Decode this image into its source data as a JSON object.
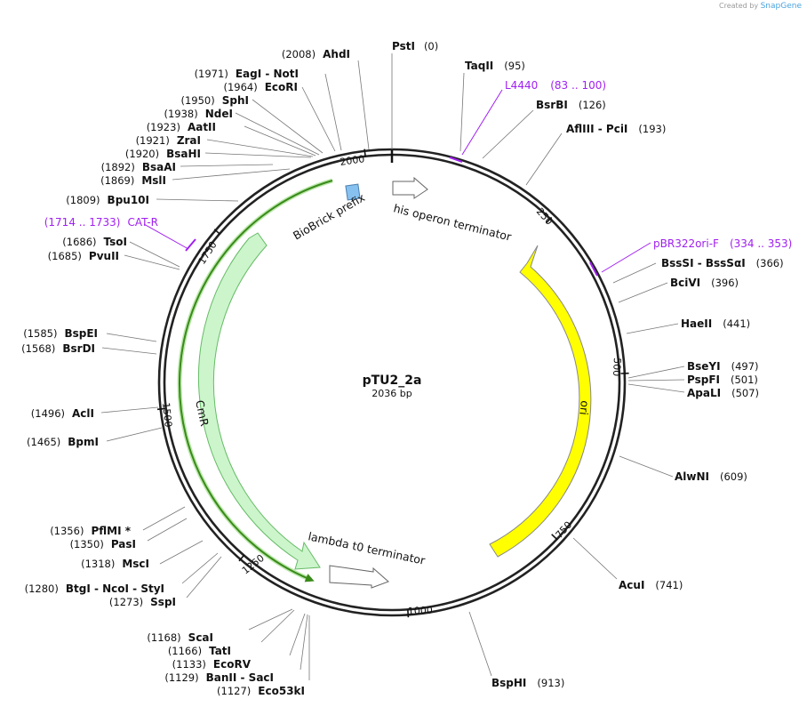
{
  "credit": {
    "prefix": "Created by",
    "brand": "SnapGene"
  },
  "plasmid": {
    "name": "pTU2_2a",
    "length_label": "2036 bp",
    "length": 2036
  },
  "ticks": [
    "250",
    "500",
    "750",
    "1000",
    "1250",
    "1500",
    "1750",
    "2000"
  ],
  "sites": [
    {
      "name": "PstI",
      "pos": "(0)"
    },
    {
      "name": "TaqII",
      "pos": "(95)"
    },
    {
      "name": "BsrBI",
      "pos": "(126)"
    },
    {
      "name": "AflIII - PciI",
      "pos": "(193)"
    },
    {
      "name": "BssSI - BssSαI",
      "pos": "(366)"
    },
    {
      "name": "BciVI",
      "pos": "(396)"
    },
    {
      "name": "HaeII",
      "pos": "(441)"
    },
    {
      "name": "BseYI",
      "pos": "(497)"
    },
    {
      "name": "PspFI",
      "pos": "(501)"
    },
    {
      "name": "ApaLI",
      "pos": "(507)"
    },
    {
      "name": "AlwNI",
      "pos": "(609)"
    },
    {
      "name": "AcuI",
      "pos": "(741)"
    },
    {
      "name": "BspHI",
      "pos": "(913)"
    },
    {
      "name": "Eco53kI",
      "pos": "(1127)"
    },
    {
      "name": "BanII - SacI",
      "pos": "(1129)"
    },
    {
      "name": "EcoRV",
      "pos": "(1133)"
    },
    {
      "name": "TatI",
      "pos": "(1166)"
    },
    {
      "name": "ScaI",
      "pos": "(1168)"
    },
    {
      "name": "SspI",
      "pos": "(1273)"
    },
    {
      "name": "BtgI - NcoI - StyI",
      "pos": "(1280)"
    },
    {
      "name": "MscI",
      "pos": "(1318)"
    },
    {
      "name": "PasI",
      "pos": "(1350)"
    },
    {
      "name": "PflMI *",
      "pos": "(1356)"
    },
    {
      "name": "BpmI",
      "pos": "(1465)"
    },
    {
      "name": "AclI",
      "pos": "(1496)"
    },
    {
      "name": "BsrDI",
      "pos": "(1568)"
    },
    {
      "name": "BspEI",
      "pos": "(1585)"
    },
    {
      "name": "PvuII",
      "pos": "(1685)"
    },
    {
      "name": "TsoI",
      "pos": "(1686)"
    },
    {
      "name": "Bpu10I",
      "pos": "(1809)"
    },
    {
      "name": "MslI",
      "pos": "(1869)"
    },
    {
      "name": "BsaAI",
      "pos": "(1892)"
    },
    {
      "name": "BsaHI",
      "pos": "(1920)"
    },
    {
      "name": "ZraI",
      "pos": "(1921)"
    },
    {
      "name": "AatII",
      "pos": "(1923)"
    },
    {
      "name": "NdeI",
      "pos": "(1938)"
    },
    {
      "name": "SphI",
      "pos": "(1950)"
    },
    {
      "name": "EcoRI",
      "pos": "(1964)"
    },
    {
      "name": "EagI - NotI",
      "pos": "(1971)"
    },
    {
      "name": "AhdI",
      "pos": "(2008)"
    }
  ],
  "primers": [
    {
      "name": "L4440",
      "range": "(83 .. 100)"
    },
    {
      "name": "pBR322ori-F",
      "range": "(334 .. 353)"
    },
    {
      "name": "CAT-R",
      "range": "(1714 .. 1733)"
    }
  ],
  "features": [
    {
      "name": "his operon terminator"
    },
    {
      "name": "ori"
    },
    {
      "name": "lambda t0 terminator"
    },
    {
      "name": "CmR"
    },
    {
      "name": "BioBrick prefix"
    }
  ],
  "colors": {
    "ori": "#ffff00",
    "cmr_fill": "#ccf5cc",
    "cmr_edge": "#66bb66",
    "orf_line": "#3a8a1a",
    "biobrick": "#87c1f0",
    "primer": "#a020f0",
    "backbone": "#222222"
  }
}
